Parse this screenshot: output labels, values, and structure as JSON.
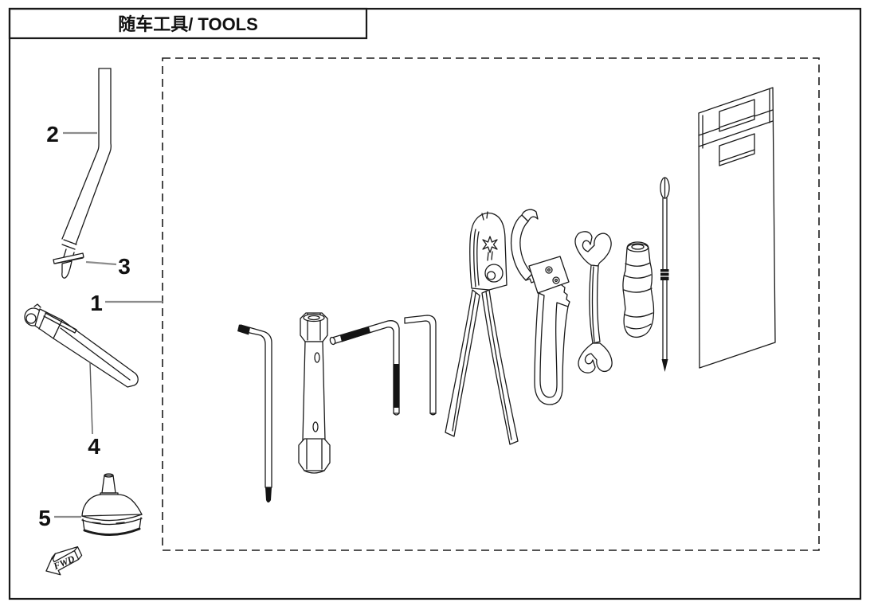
{
  "title": {
    "text": "随车工具/ TOOLS"
  },
  "callouts": [
    {
      "num": "1"
    },
    {
      "num": "2"
    },
    {
      "num": "3"
    },
    {
      "num": "4"
    },
    {
      "num": "5"
    }
  ],
  "fwd": {
    "label": "FWD"
  },
  "colors": {
    "line": "#1a1a1a",
    "leader": "#8c8c8c",
    "background": "#ffffff"
  },
  "depicted_tools": [
    "bent tip rod",
    "rod tip adapter",
    "tool kit set",
    "tire pressure gauge pen",
    "funnel",
    "long hex key",
    "spark plug tube wrench",
    "t-handle driver",
    "hex key",
    "pliers",
    "hook spanner",
    "open-end wrench",
    "grip handle",
    "screwdriver blade",
    "tool pouch"
  ]
}
